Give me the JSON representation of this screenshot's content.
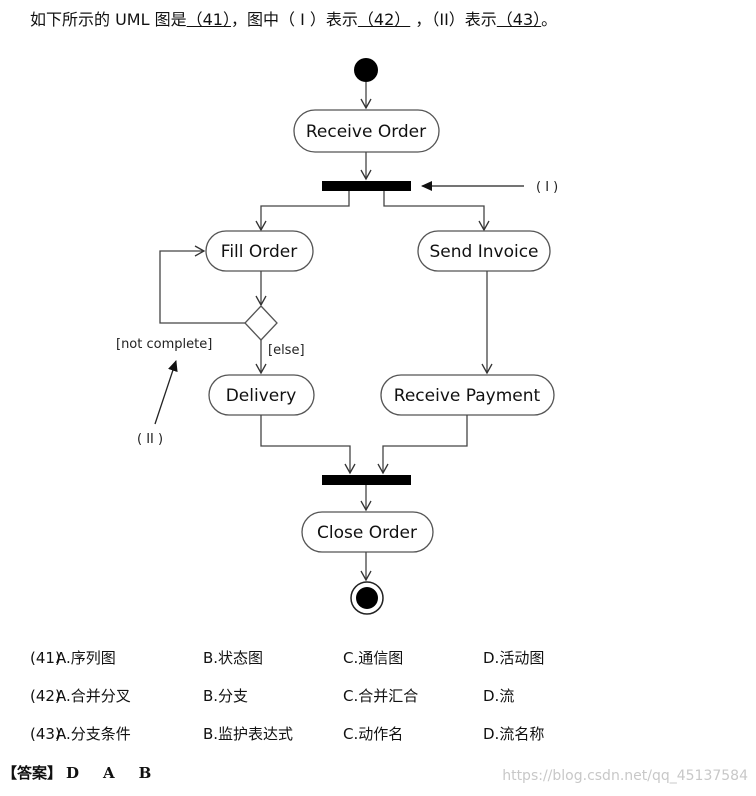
{
  "question": {
    "prefix": "如下所示的 UML 图是",
    "blank41": "（41）",
    "mid1": "，图中（ I ）表示",
    "blank42": "（42）",
    "mid2": " ，（II）表示",
    "blank43": "（43）",
    "suffix": "。"
  },
  "diagram": {
    "nodes": {
      "receive_order": "Receive Order",
      "fill_order": "Fill Order",
      "send_invoice": "Send Invoice",
      "delivery": "Delivery",
      "receive_payment": "Receive Payment",
      "close_order": "Close Order"
    },
    "guards": {
      "not_complete": "[not complete]",
      "else": "[else]"
    },
    "markers": {
      "one": "( I )",
      "two": "( II )"
    }
  },
  "options": [
    {
      "num": "(41)",
      "a": "A.序列图",
      "b": "B.状态图",
      "c": "C.通信图",
      "d": "D.活动图"
    },
    {
      "num": "(42)",
      "a": "A.合并分叉",
      "b": "B.分支",
      "c": "C.合并汇合",
      "d": "D.流"
    },
    {
      "num": "(43)",
      "a": "A.分支条件",
      "b": "B.监护表达式",
      "c": "C.动作名",
      "d": "D.流名称"
    }
  ],
  "answer": {
    "label": "【答案】",
    "values": [
      "D",
      "A",
      "B"
    ]
  },
  "watermark": "https://blog.csdn.net/qq_45137584"
}
